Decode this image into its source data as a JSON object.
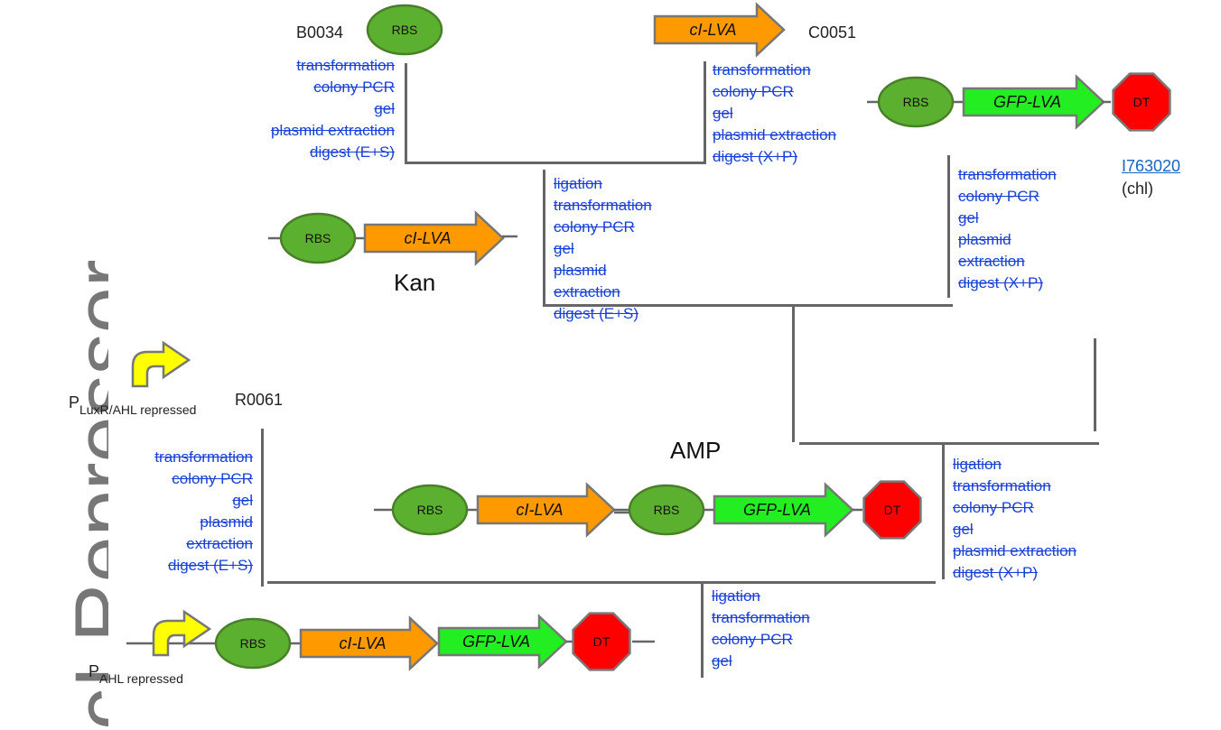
{
  "title": "cI Repressor",
  "parts": {
    "b0034": "B0034",
    "c0051": "C0051",
    "r0061": "R0061",
    "i763020": "I763020",
    "chl": "(chl)"
  },
  "resistance": {
    "kan": "Kan",
    "amp": "AMP"
  },
  "promoters": {
    "luxr_main": "P",
    "luxr_sub": "LuxR/AHL repressed",
    "ahl_main": "P",
    "ahl_sub": "AHL repressed"
  },
  "glyphs": {
    "rbs": "RBS",
    "ci": "cI-LVA",
    "gfp": "GFP-LVA",
    "dt": "DT"
  },
  "colors": {
    "rbs": "#5cb030",
    "ci": "#ff9900",
    "gfp": "#22ee22",
    "dt": "#ff0000",
    "promoter": "#ffff00",
    "steps": "#1a3fd6"
  },
  "steps": {
    "b0034": [
      "transformation",
      "colony PCR",
      "gel",
      "plasmid extraction",
      "digest (E+S)"
    ],
    "c0051": [
      "transformation",
      "colony PCR",
      "gel",
      "plasmid extraction",
      "digest (X+P)"
    ],
    "kan_construct": [
      "ligation",
      "transformation",
      "colony PCR",
      "gel",
      "plasmid",
      "extraction",
      "digest (E+S)"
    ],
    "i763020": [
      "transformation",
      "colony PCR",
      "gel",
      "plasmid",
      "extraction",
      "digest (X+P)"
    ],
    "r0061": [
      "transformation",
      "colony PCR",
      "gel",
      "plasmid",
      "extraction",
      "digest (E+S)"
    ],
    "amp_construct": [
      "ligation",
      "transformation",
      "colony PCR",
      "gel",
      "plasmid extraction",
      "digest (X+P)"
    ],
    "final": [
      "ligation",
      "transformation",
      "colony PCR",
      "gel"
    ]
  }
}
